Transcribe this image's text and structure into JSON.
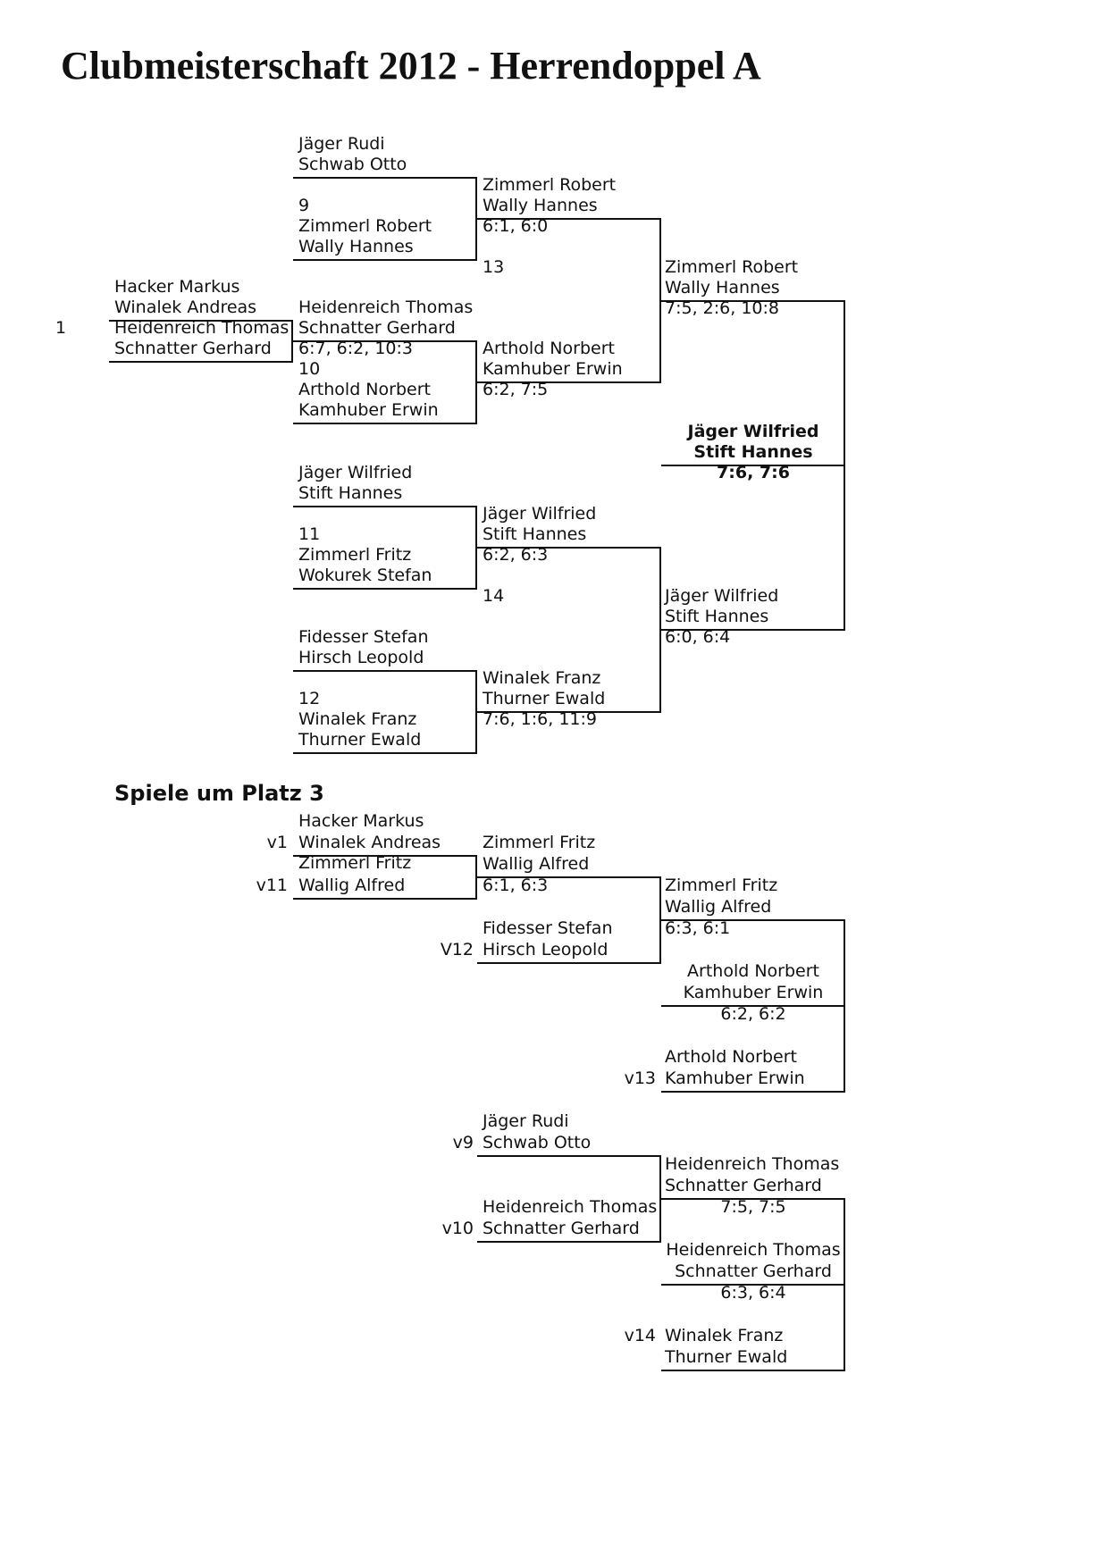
{
  "title": "Clubmeisterschaft 2012 - Herrendoppel A",
  "main_bracket": {
    "seed_number": "1",
    "round1": {
      "seed_team": [
        "Hacker Markus",
        "Winalek Andreas"
      ],
      "opponent": [
        "Heidenreich Thomas",
        "Schnatter Gerhard"
      ]
    },
    "round2": {
      "m9": {
        "top": [
          "Jäger Rudi",
          "Schwab Otto"
        ],
        "no": "9",
        "bottom": [
          "Zimmerl Robert",
          "Wally Hannes"
        ]
      },
      "m10": {
        "top": [
          "Heidenreich Thomas",
          "Schnatter Gerhard"
        ],
        "score": "6:7, 6:2, 10:3",
        "no": "10",
        "bottom": [
          "Arthold Norbert",
          "Kamhuber Erwin"
        ]
      },
      "m11": {
        "top": [
          "Jäger Wilfried",
          "Stift Hannes"
        ],
        "no": "11",
        "bottom": [
          "Zimmerl Fritz",
          "Wokurek Stefan"
        ]
      },
      "m12": {
        "top": [
          "Fidesser Stefan",
          "Hirsch Leopold"
        ],
        "no": "12",
        "bottom": [
          "Winalek Franz",
          "Thurner Ewald"
        ]
      }
    },
    "quarter": {
      "w9": {
        "names": [
          "Zimmerl Robert",
          "Wally Hannes"
        ],
        "score": "6:1, 6:0"
      },
      "m13_no": "13",
      "w10": {
        "names": [
          "Arthold Norbert",
          "Kamhuber Erwin"
        ],
        "score": "6:2, 7:5"
      },
      "w11": {
        "names": [
          "Jäger Wilfried",
          "Stift Hannes"
        ],
        "score": "6:2, 6:3"
      },
      "m14_no": "14",
      "w12": {
        "names": [
          "Winalek Franz",
          "Thurner Ewald"
        ],
        "score": "7:6, 1:6, 11:9"
      }
    },
    "semi": {
      "w13": {
        "names": [
          "Zimmerl Robert",
          "Wally Hannes"
        ],
        "score": "7:5, 2:6, 10:8"
      },
      "w14": {
        "names": [
          "Jäger Wilfried",
          "Stift Hannes"
        ],
        "score": "6:0, 6:4"
      }
    },
    "champion": {
      "names": [
        "Jäger Wilfried",
        "Stift Hannes"
      ],
      "score": "7:6, 7:6"
    }
  },
  "third_place": {
    "heading": "Spiele um Platz 3",
    "group1": {
      "a": {
        "tag": "v1",
        "names": [
          "Hacker Markus",
          "Winalek Andreas"
        ]
      },
      "b": {
        "tag": "v11",
        "names": [
          "Zimmerl Fritz",
          "Wallig Alfred"
        ]
      },
      "w_ab": {
        "names": [
          "Zimmerl Fritz",
          "Wallig Alfred"
        ],
        "score": "6:1, 6:3"
      },
      "c": {
        "tag": "V12",
        "names": [
          "Fidesser Stefan",
          "Hirsch Leopold"
        ]
      },
      "w_abc": {
        "names": [
          "Zimmerl Fritz",
          "Wallig Alfred"
        ],
        "score": "6:3, 6:1"
      },
      "final": {
        "names": [
          "Arthold Norbert",
          "Kamhuber Erwin"
        ],
        "score": "6:2, 6:2"
      },
      "d": {
        "tag": "v13",
        "names": [
          "Arthold Norbert",
          "Kamhuber Erwin"
        ]
      }
    },
    "group2": {
      "a": {
        "tag": "v9",
        "names": [
          "Jäger Rudi",
          "Schwab Otto"
        ]
      },
      "b": {
        "tag": "v10",
        "names": [
          "Heidenreich Thomas",
          "Schnatter Gerhard"
        ]
      },
      "w_ab": {
        "names": [
          "Heidenreich Thomas",
          "Schnatter Gerhard"
        ],
        "score": "7:5, 7:5"
      },
      "final": {
        "names": [
          "Heidenreich Thomas",
          "Schnatter Gerhard"
        ],
        "score": "6:3, 6:4"
      },
      "d": {
        "tag": "v14",
        "names": [
          "Winalek Franz",
          "Thurner Ewald"
        ]
      }
    }
  }
}
